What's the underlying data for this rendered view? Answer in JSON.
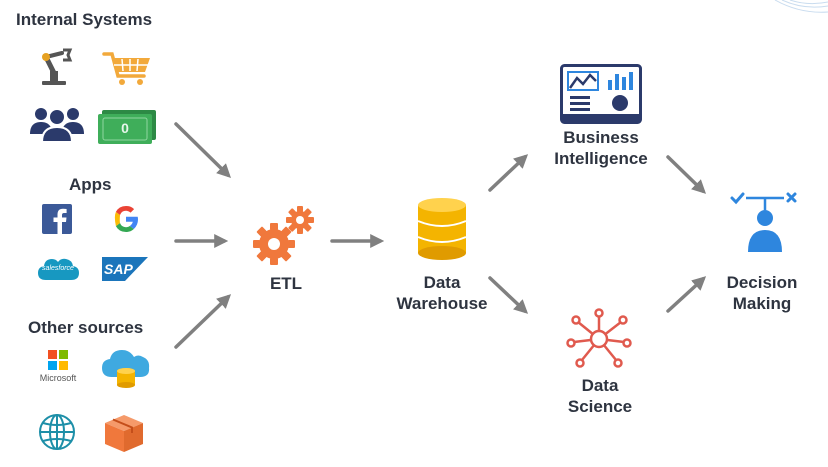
{
  "sections": {
    "internal": "Internal Systems",
    "apps": "Apps",
    "other": "Other sources"
  },
  "icon_labels": {
    "microsoft": "Microsoft",
    "salesforce": "salesforce",
    "sap": "SAP",
    "cash": "0"
  },
  "nodes": {
    "etl": "ETL",
    "warehouse_line1": "Data",
    "warehouse_line2": "Warehouse",
    "bi_line1": "Business",
    "bi_line2": "Intelligence",
    "ds_line1": "Data",
    "ds_line2": "Science",
    "dm_line1": "Decision",
    "dm_line2": "Making"
  },
  "icons": [
    "robot-arm-icon",
    "shopping-cart-icon",
    "team-icon",
    "cash-icon",
    "facebook-icon",
    "google-icon",
    "salesforce-icon",
    "sap-icon",
    "microsoft-icon",
    "cloud-database-icon",
    "globe-icon",
    "package-icon",
    "gears-icon",
    "database-icon",
    "dashboard-icon",
    "network-icon",
    "decision-person-icon"
  ],
  "colors": {
    "text": "#2e3440",
    "arrow": "#808080",
    "orange": "#f0783c",
    "gold": "#f4b400",
    "navy": "#2b3a6b",
    "green": "#3fae5a",
    "blue": "#2e86de",
    "red": "#e05a4e"
  }
}
